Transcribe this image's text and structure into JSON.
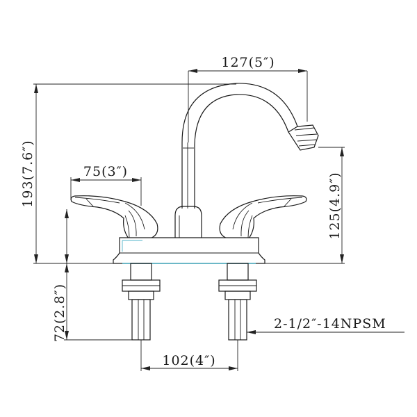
{
  "dimensions": {
    "spout_reach": "127(5″)",
    "overall_height": "193(7.6″)",
    "handle_width": "75(3″)",
    "spout_height": "125(4.9″)",
    "shank_length": "72(2.8″)",
    "center_spread": "102(4″)",
    "thread_spec": "2-1/2″-14NPSM"
  },
  "colors": {
    "line": "#1a1a1a",
    "base_accent": "#4fb3c8"
  }
}
